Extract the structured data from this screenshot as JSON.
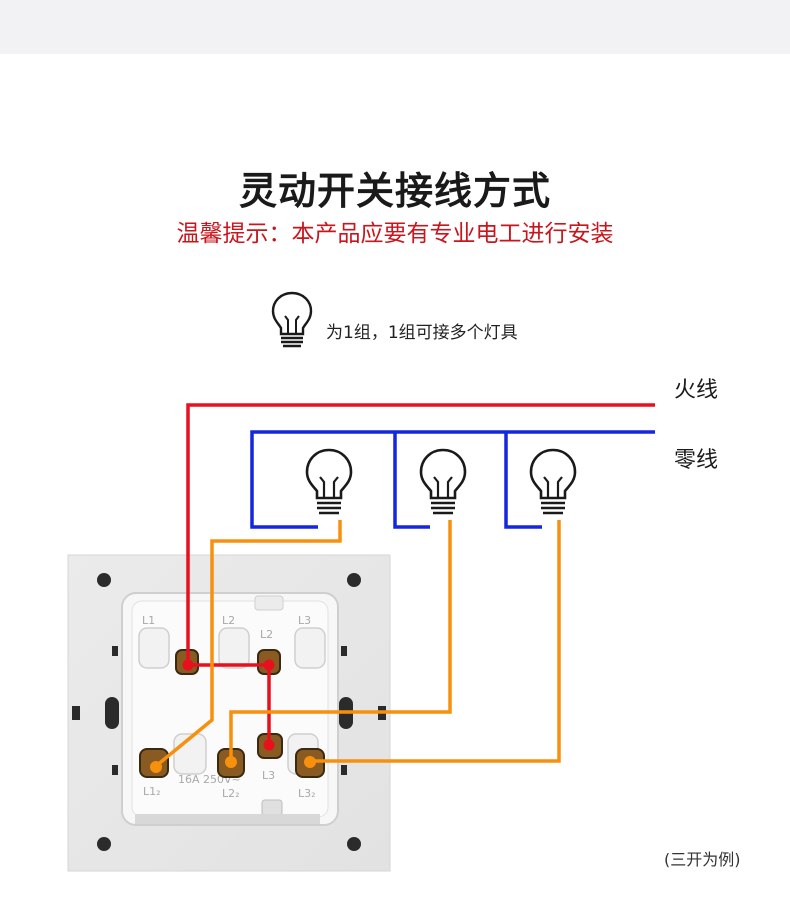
{
  "title": "灵动开关接线方式",
  "notice": "温馨提示：本产品应要有专业电工进行安装",
  "legend": {
    "icon": "light-bulb-icon",
    "text": "为1组，1组可接多个灯具"
  },
  "wires": {
    "live": {
      "label": "火线",
      "color": "#e8101c"
    },
    "neutral": {
      "label": "零线",
      "color": "#1426e0"
    },
    "switched": {
      "color": "#f7900d"
    }
  },
  "terminals": {
    "top": [
      "L1",
      "L2",
      "L2",
      "L3"
    ],
    "bottom": [
      "L1₂",
      "L2₂",
      "L3",
      "L3₂"
    ]
  },
  "switch_marking": "16A 250V~",
  "footnote": "(三开为例)"
}
